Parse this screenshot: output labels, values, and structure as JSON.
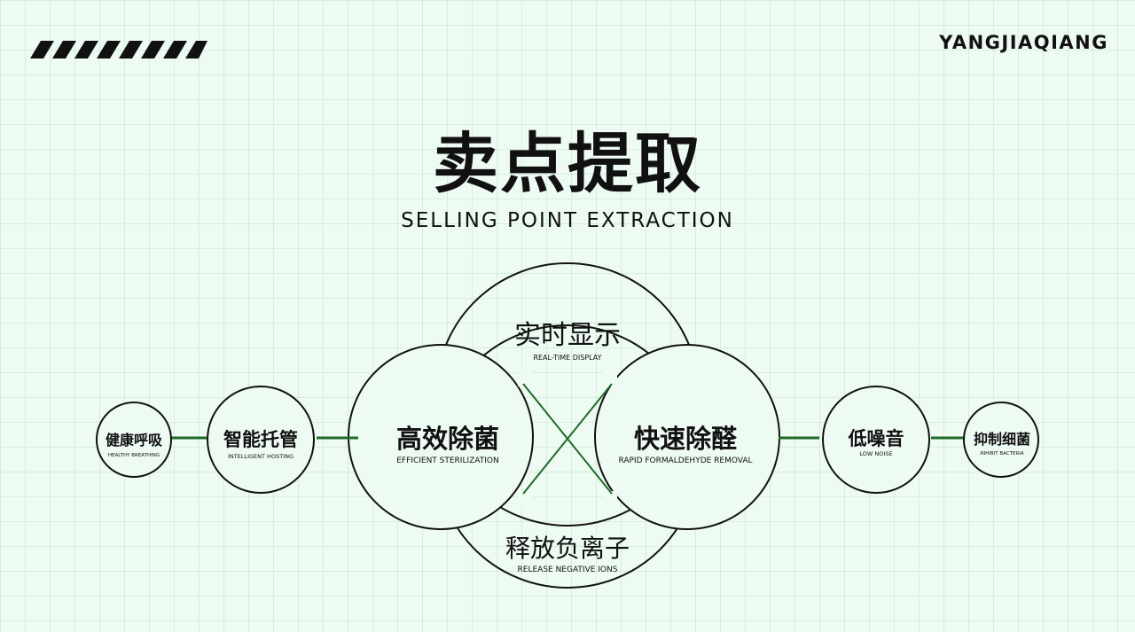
{
  "brand": "YANGJIAQIANG",
  "title": "卖点提取",
  "subtitle": "SELLING POINT EXTRACTION",
  "colors": {
    "connector": "#1f6b28",
    "outline": "#111111",
    "background": "#eefbf3"
  },
  "nodes": {
    "top": {
      "cn": "实时显示",
      "en": "REAL-TIME DISPLAY"
    },
    "left_main": {
      "cn": "高效除菌",
      "en": "EFFICIENT STERILIZATION"
    },
    "right_main": {
      "cn": "快速除醛",
      "en": "RAPID FORMALDEHYDE REMOVAL"
    },
    "bottom": {
      "cn": "释放负离子",
      "en": "RELEASE NEGATIVE IONS"
    },
    "left_mid": {
      "cn": "智能托管",
      "en": "INTELLIGENT HOSTING"
    },
    "left_far": {
      "cn": "健康呼吸",
      "en": "HEALTHY BREATHING"
    },
    "right_mid": {
      "cn": "低噪音",
      "en": "LOW NOISE"
    },
    "right_far": {
      "cn": "抑制细菌",
      "en": "INHIBIT BACTERIA"
    }
  }
}
